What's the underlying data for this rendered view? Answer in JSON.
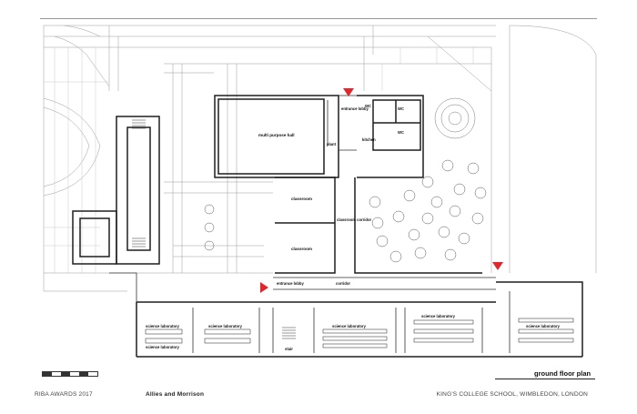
{
  "footer": {
    "award": "RIBA AWARDS 2017",
    "architect": "Allies and Morrison",
    "project": "KING'S COLLEGE SCHOOL, WIMBLEDON, LONDON"
  },
  "plan": {
    "caption": "ground floor plan",
    "rooms": {
      "multi_purpose_hall": "multi purpose hall",
      "entrance_lobby_top": "entrance lobby",
      "wc_1": "WC",
      "wc_2": "WC",
      "wc_3": "WC",
      "kitchen": "kitchen",
      "plant": "plant",
      "classroom_1": "classroom",
      "classroom_2": "classroom",
      "classroom_corridor": "classroom corridor",
      "entrance_lobby_bottom": "entrance lobby",
      "corridor": "corridor",
      "science_laboratory_1": "science laboratory",
      "science_laboratory_2": "science laboratory",
      "science_laboratory_3": "science laboratory",
      "science_laboratory_4": "science laboratory",
      "science_laboratory_5": "science laboratory",
      "science_laboratory_6": "science laboratory",
      "stair": "stair"
    },
    "colors": {
      "entrance_marker": "#e2262b",
      "linework": "#222222"
    }
  }
}
